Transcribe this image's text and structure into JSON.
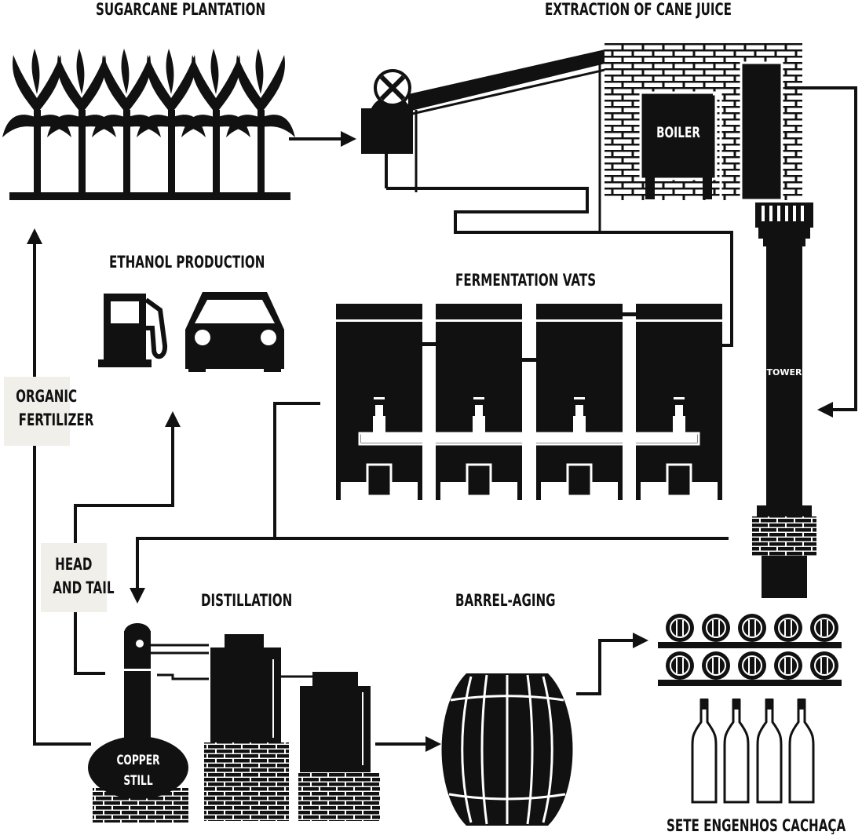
{
  "labels": {
    "sugarcane_plantation": "SUGARCANE PLANTATION",
    "extraction": "EXTRACTION OF CANE JUICE",
    "boiler": "BOILER",
    "ethanol_production": "ETHANOL PRODUCTION",
    "fermentation_vats": "FERMENTATION VATS",
    "tower": "TOWER",
    "organic": "ORGANIC",
    "fertilizer": "FERTILIZER",
    "head": "HEAD",
    "and_tail": "AND TAIL",
    "distillation": "DISTILLATION",
    "barrel_aging": "BARREL-AGING",
    "copper": "COPPER",
    "still": "STILL",
    "brand": "SETE ENGENHOS CACHAÇA"
  },
  "colors": {
    "ink": "#111111",
    "paper": "#ffffff",
    "label_box": "#f0efe9"
  },
  "icons": [
    "sugarcane-icon",
    "cane-mill-icon",
    "boiler-icon",
    "gas-pump-icon",
    "car-icon",
    "vat-icon",
    "tower-icon",
    "copper-still-icon",
    "barrel-icon",
    "bottle-icon"
  ]
}
